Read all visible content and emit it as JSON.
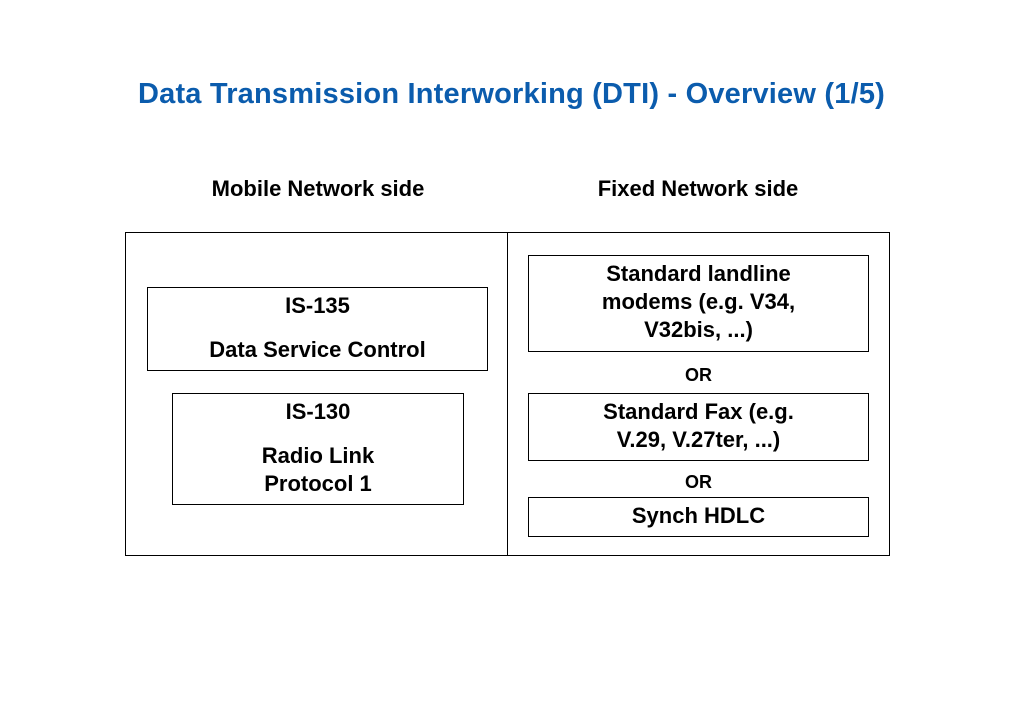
{
  "title": "Data Transmission Interworking (DTI) - Overview (1/5)",
  "columns": {
    "mobile": "Mobile Network side",
    "fixed": "Fixed Network side"
  },
  "mobile_boxes": [
    {
      "name": "IS-135",
      "desc": [
        "Data Service Control"
      ]
    },
    {
      "name": "IS-130",
      "desc": [
        "Radio Link",
        "Protocol 1"
      ]
    }
  ],
  "fixed_boxes": [
    {
      "lines": [
        "Standard landline",
        "modems (e.g. V34,",
        "V32bis, ...)"
      ]
    },
    {
      "lines": [
        "Standard Fax (e.g.",
        "V.29, V.27ter, ...)"
      ]
    },
    {
      "lines": [
        "Synch HDLC"
      ]
    }
  ],
  "or_labels": [
    "OR",
    "OR"
  ]
}
